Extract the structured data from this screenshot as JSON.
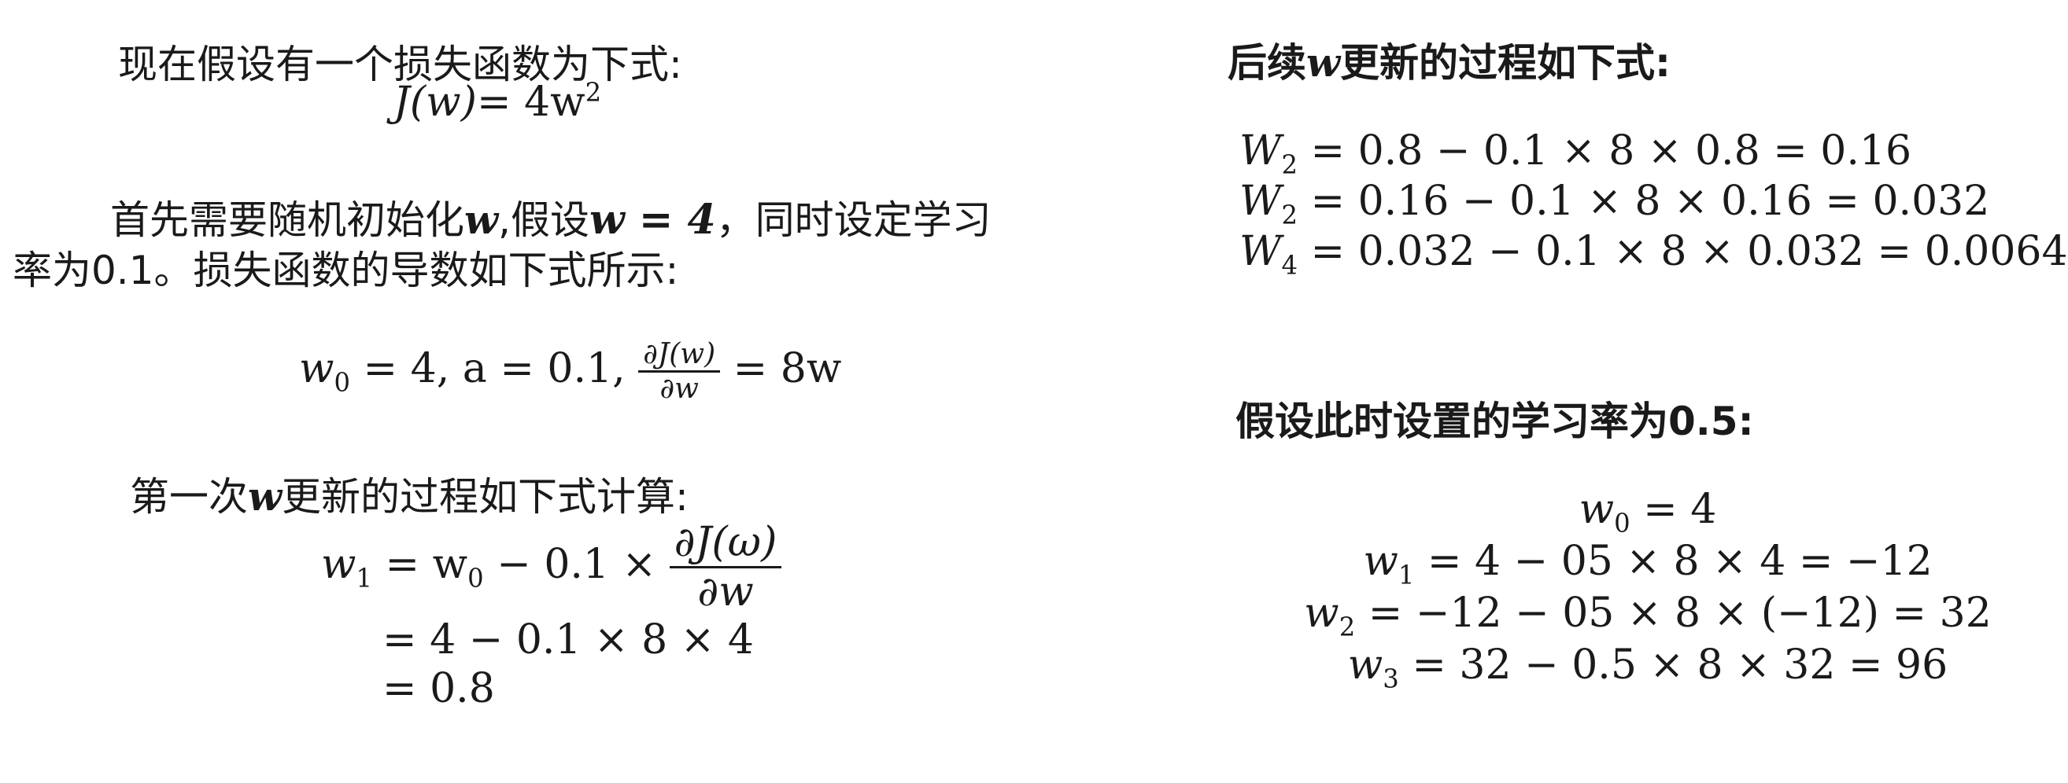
{
  "left": {
    "intro": "现在假设有一个损失函数为下式:",
    "loss_lhs": "J(w)",
    "loss_rhs": "= 4w",
    "loss_exp": "2",
    "init_line1_a": "首先需要随机初始化",
    "init_line1_w": "w",
    "init_line1_b": ",假设",
    "init_line1_eq": "w = 4",
    "init_line1_c": "，同时设定学习",
    "init_line2": "率为0.1。损失函数的导数如下式所示:",
    "params_w0": "w",
    "params_w0_sub": "0",
    "params_rest": " = 4, a = 0.1, ",
    "deriv_num": "∂J(w)",
    "deriv_den": "∂w",
    "deriv_rhs": " = 8w",
    "first_a": "第一次",
    "first_w": "w",
    "first_b": "更新的过程如下式计算:",
    "w1_lhs": "w",
    "w1_lhs_sub": "1",
    "w1_mid": " = w",
    "w1_mid_sub": "0",
    "w1_rhs": " − 0.1 × ",
    "w1_frac_num": "∂J(ω)",
    "w1_frac_den": "∂w",
    "w1_line2": "= 4 − 0.1 × 8 × 4",
    "w1_line3": "= 0.8"
  },
  "right": {
    "followup_a": "后续",
    "followup_w": "w",
    "followup_b": "更新的过程如下式:",
    "eq1_var": "W",
    "eq1_sub": "2",
    "eq1_rhs": " = 0.8 − 0.1 × 8 × 0.8 = 0.16",
    "eq2_var": "W",
    "eq2_sub": "2",
    "eq2_rhs": " = 0.16 − 0.1 × 8 × 0.16 = 0.032",
    "eq3_var": "W",
    "eq3_sub": "4",
    "eq3_rhs": " = 0.032 − 0.1 × 8 × 0.032 = 0.0064",
    "lr_heading": "假设此时设置的学习率为0.5:",
    "lr_eq0_var": "w",
    "lr_eq0_sub": "0",
    "lr_eq0_rhs": " = 4",
    "lr_eq1_var": "w",
    "lr_eq1_sub": "1",
    "lr_eq1_rhs": " = 4 − 05 × 8 × 4 = −12",
    "lr_eq2_var": "w",
    "lr_eq2_sub": "2",
    "lr_eq2_rhs": " = −12 − 05 × 8 × (−12) = 32",
    "lr_eq3_var": "w",
    "lr_eq3_sub": "3",
    "lr_eq3_rhs": " = 32 − 0.5 × 8 × 32 = 96"
  }
}
